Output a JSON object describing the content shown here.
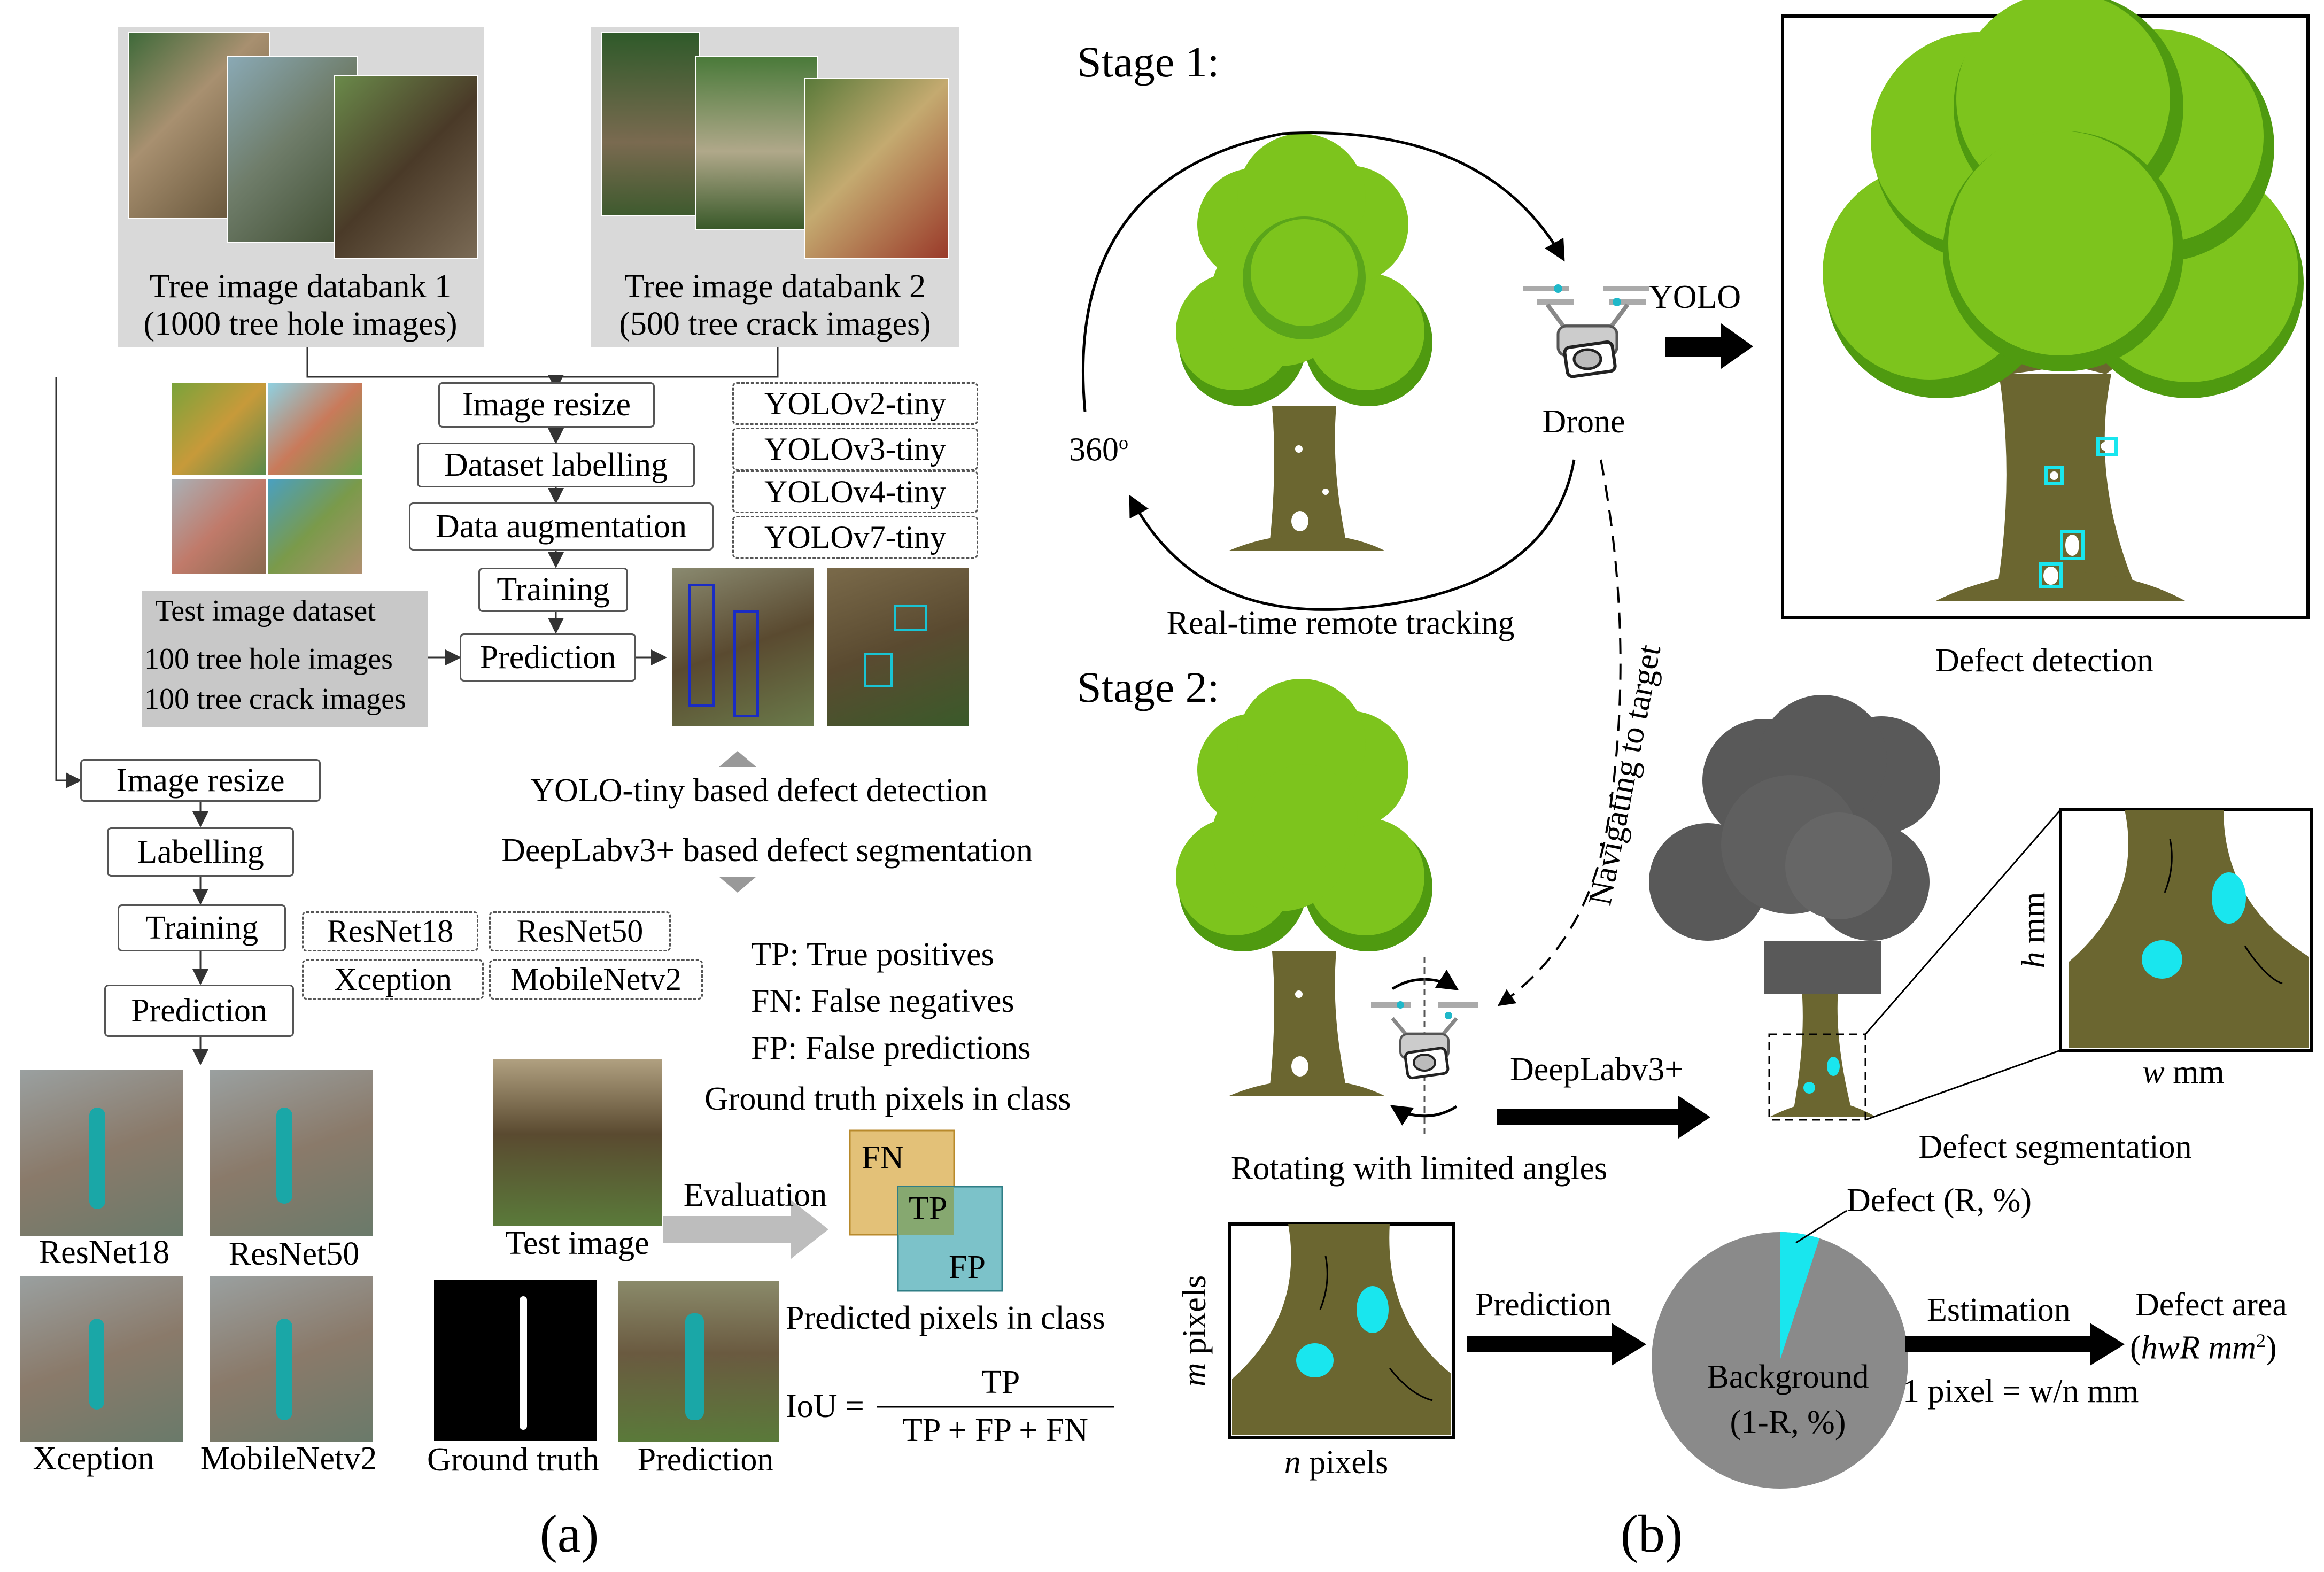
{
  "panel_a": {
    "databank1": {
      "title": "Tree image databank 1",
      "subtitle": "(1000 tree hole images)"
    },
    "databank2": {
      "title": "Tree image databank 2",
      "subtitle": "(500 tree crack images)"
    },
    "yolo_steps": [
      "Image resize",
      "Dataset labelling",
      "Data augmentation",
      "Training",
      "Prediction"
    ],
    "yolo_models": [
      "YOLOv2-tiny",
      "YOLOv3-tiny",
      "YOLOv4-tiny",
      "YOLOv7-tiny"
    ],
    "test_dataset": {
      "title": "Test image dataset",
      "line1": "100 tree hole images",
      "line2": "100 tree crack images"
    },
    "yolo_caption": "YOLO-tiny based defect detection",
    "deeplab_caption": "DeepLabv3+ based defect segmentation",
    "seg_steps": [
      "Image resize",
      "Labelling",
      "Training",
      "Prediction"
    ],
    "backbones": [
      "ResNet18",
      "ResNet50",
      "Xception",
      "MobileNetv2"
    ],
    "result_labels": [
      "ResNet18",
      "ResNet50",
      "Xception",
      "MobileNetv2"
    ],
    "eval": {
      "test_image": "Test image",
      "ground_truth": "Ground truth",
      "prediction": "Prediction",
      "evaluation": "Evaluation",
      "tp_def": "TP: True positives",
      "fn_def": "FN: False negatives",
      "fp_def": "FP: False predictions",
      "gt_pixels": "Ground truth pixels in class",
      "pred_pixels": "Predicted pixels in class",
      "fn": "FN",
      "tp": "TP",
      "fp": "FP",
      "iou_lhs": "IoU =",
      "iou_num": "TP",
      "iou_den": "TP + FP + FN"
    },
    "label": "(a)"
  },
  "panel_b": {
    "stage1": "Stage 1:",
    "stage2": "Stage 2:",
    "tracking": "Real-time remote tracking",
    "angle": "360",
    "angle_sup": "o",
    "drone": "Drone",
    "yolo": "YOLO",
    "detection": "Defect detection",
    "navigating": "Navigating to target",
    "rotating": "Rotating with limited angles",
    "deeplab": "DeepLabv3+",
    "segmentation": "Defect segmentation",
    "h_unit": "h",
    "h_mm": " mm",
    "w_unit": "w",
    "w_mm": " mm",
    "m_unit": "m",
    "m_px": " pixels",
    "n_unit": "n",
    "n_px": " pixels",
    "prediction": "Prediction",
    "defect_pie": "Defect (R, %)",
    "background": "Background",
    "background_pct": "(1-R, %)",
    "estimation": "Estimation",
    "defect_area": "Defect area",
    "area_formula": "hwR mm",
    "area_sup": "2",
    "pixel_eq": "1 pixel = w/n mm",
    "label": "(b)"
  },
  "colors": {
    "leaf": "#7dc41d",
    "leaf_dark": "#4f9a10",
    "trunk": "#6b6630",
    "defect": "#19e6ee",
    "gray_tree": "#595959",
    "pie_gray": "#8a8a8a",
    "fn_box": "#e3c178",
    "fp_box": "#7cc2c9"
  },
  "pie": {
    "defect_fraction": 0.05
  }
}
